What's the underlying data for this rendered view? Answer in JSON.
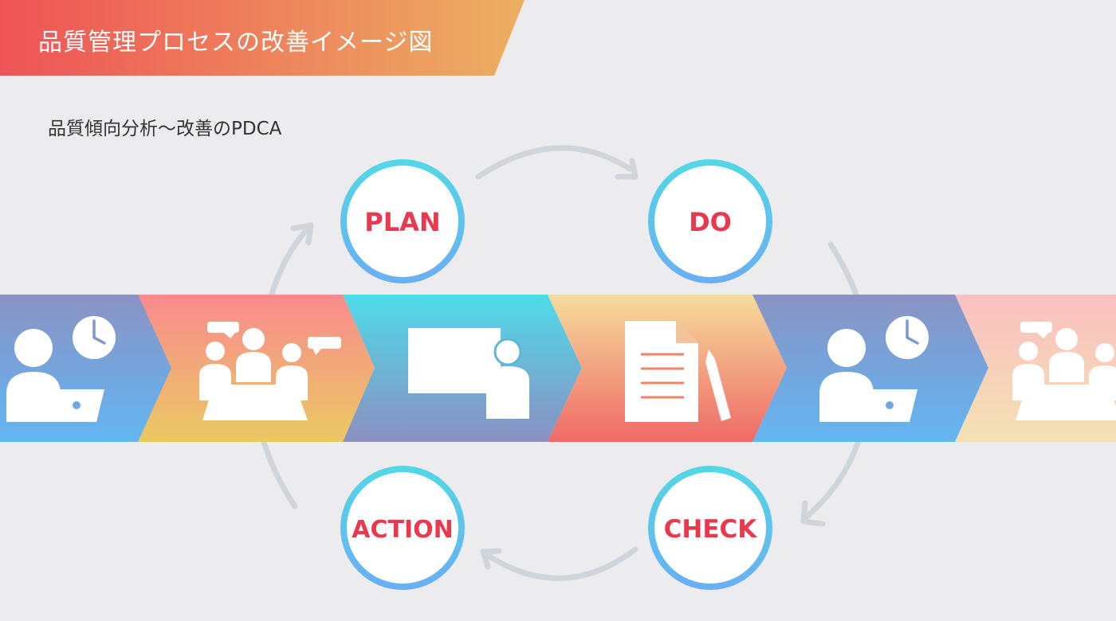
{
  "header": {
    "title": "品質管理プロセスの改善イメージ図",
    "subtitle": "品質傾向分析〜改善のPDCA"
  },
  "cycle": [
    {
      "id": "plan",
      "label": "PLAN"
    },
    {
      "id": "do",
      "label": "DO"
    },
    {
      "id": "check",
      "label": "CHECK"
    },
    {
      "id": "action",
      "label": "ACTION"
    }
  ],
  "process_steps": [
    {
      "id": "desk-work",
      "icon": "person-laptop-clock-icon"
    },
    {
      "id": "meeting",
      "icon": "meeting-group-icon"
    },
    {
      "id": "presentation",
      "icon": "presenter-whiteboard-icon"
    },
    {
      "id": "documentation",
      "icon": "document-pen-icon"
    },
    {
      "id": "desk-work-2",
      "icon": "person-laptop-clock-icon"
    },
    {
      "id": "meeting-2",
      "icon": "meeting-group-icon"
    }
  ],
  "colors": {
    "banner_start": "#ef5356",
    "banner_end": "#ecb062",
    "circle_ring_start": "#52d8e6",
    "circle_ring_end": "#6aaef5",
    "label": "#e8394f",
    "cycle_arrow": "#cfd5db",
    "background": "#ececee"
  }
}
